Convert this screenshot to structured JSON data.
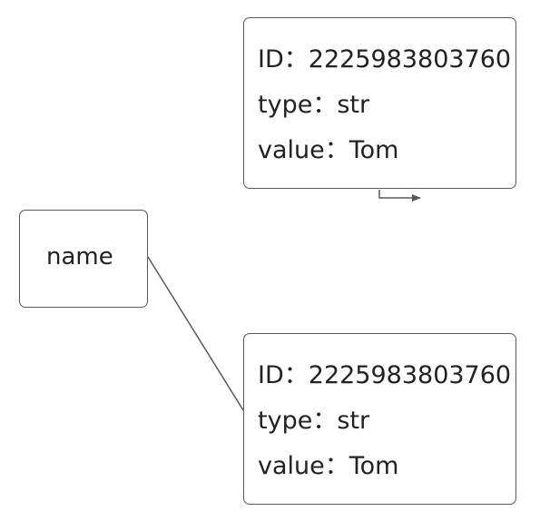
{
  "variable": {
    "label": "name"
  },
  "objects": [
    {
      "id_label": "ID：",
      "id_value": "2225983803760",
      "type_label": "type：",
      "type_value": "str",
      "value_label": "value：",
      "value_value": "Tom"
    },
    {
      "id_label": "ID：",
      "id_value": "2225983803760",
      "type_label": "type：",
      "type_value": "str",
      "value_label": "value：",
      "value_value": "Tom"
    }
  ],
  "colors": {
    "border": "#595959",
    "text": "#222222",
    "line": "#595959",
    "background": "#ffffff"
  }
}
